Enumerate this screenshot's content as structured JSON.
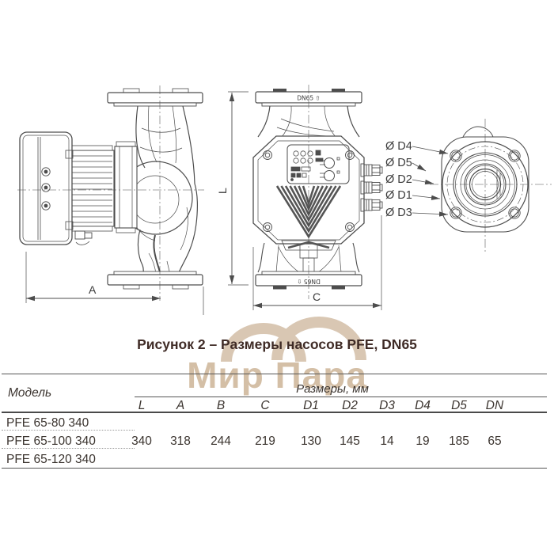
{
  "drawing": {
    "port_label": "DN65 ⇧",
    "dim_a": "A",
    "dim_l": "L",
    "dim_c": "C",
    "diameter_labels": [
      "Ø D4",
      "Ø D5",
      "Ø D2",
      "Ø D1",
      "Ø D3"
    ]
  },
  "caption": "Рисунок 2 – Размеры насосов PFE, DN65",
  "watermark": {
    "text": "Мир Пара"
  },
  "table": {
    "model_header": "Модель",
    "group_header": "Размеры, мм",
    "columns": [
      "L",
      "A",
      "B",
      "C",
      "D1",
      "D2",
      "D3",
      "D4",
      "D5",
      "DN"
    ],
    "models": [
      "PFE 65-80 340",
      "PFE 65-100 340",
      "PFE 65-120 340"
    ],
    "values": [
      "340",
      "318",
      "244",
      "219",
      "130",
      "145",
      "14",
      "19",
      "185",
      "65"
    ]
  },
  "colors": {
    "line": "#4d4d4d",
    "caption": "#3f2b26",
    "watermark": "#d4bfa6"
  }
}
